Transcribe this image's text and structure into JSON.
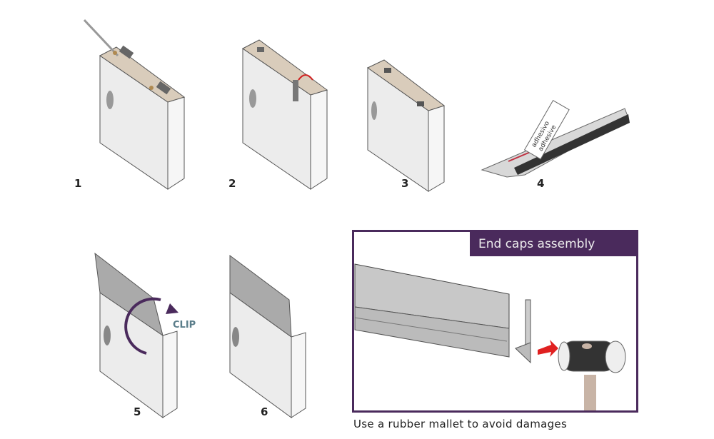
{
  "steps": [
    {
      "label": "1"
    },
    {
      "label": "2"
    },
    {
      "label": "3"
    },
    {
      "label": "4"
    },
    {
      "label": "5"
    },
    {
      "label": "6"
    }
  ],
  "step4": {
    "tube_text_1": "adhesivo",
    "tube_text_2": "adhesive"
  },
  "step5": {
    "clip_label": "CLIP"
  },
  "end_caps": {
    "title": "End caps assembly",
    "caption": "Use a rubber mallet to avoid damages"
  },
  "colors": {
    "accent": "#4a2a5c",
    "arrow": "#e02020",
    "panel_edge": "#d9ccbb",
    "rotate_arrow": "#4a2a5c"
  }
}
